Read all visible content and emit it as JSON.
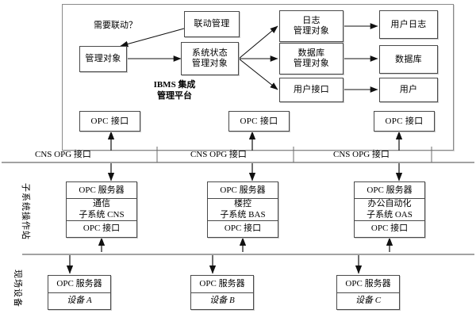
{
  "diagram": {
    "title_caption": {
      "line1": "IBMS 集成",
      "line2": "管理平台"
    },
    "platform_frame_name": "ibms-platform-container",
    "platform_boxes": {
      "linkage_manage": "联动管理",
      "manage_object": "管理对象",
      "system_state_object": {
        "line1": "系统状态",
        "line2": "管理对象"
      },
      "log_manage_object": {
        "line1": "日志",
        "line2": "管理对象"
      },
      "db_manage_object": {
        "line1": "数据库",
        "line2": "管理对象"
      },
      "user_interface": "用户接口",
      "user_log": "用户日志",
      "database": "数据库",
      "user": "用户"
    },
    "platform_annotations": {
      "need_linkage": "需要联动？"
    },
    "platform_opc_interfaces": [
      "OPC 接口",
      "OPC 接口",
      "OPC 接口"
    ],
    "bus_labels": [
      "CNS  OPG 接口",
      "CNS  OPG 接口",
      "CNS  OPG 接口"
    ],
    "side_labels": {
      "subsystem_station": "子系统操作站",
      "field_devices": "现场设备"
    },
    "subsystems": [
      {
        "server": "OPC 服务器",
        "name_line1": "通信",
        "name_line2": "子系统 CNS",
        "interface": "OPC 接口"
      },
      {
        "server": "OPC 服务器",
        "name_line1": "楼控",
        "name_line2": "子系统 BAS",
        "interface": "OPC 接口"
      },
      {
        "server": "OPC 服务器",
        "name_line1": "办公自动化",
        "name_line2": "子系统 OAS",
        "interface": "OPC 接口"
      }
    ],
    "devices": [
      {
        "server": "OPC 服务器",
        "label": "设备 A"
      },
      {
        "server": "OPC 服务器",
        "label": "设备 B"
      },
      {
        "server": "OPC 服务器",
        "label": "设备 C"
      }
    ],
    "colors": {
      "line": "#4a4a4a",
      "frame": "#8a8a8a",
      "shadow": "#c9c9c9",
      "background": "#ffffff",
      "text": "#000000"
    }
  }
}
